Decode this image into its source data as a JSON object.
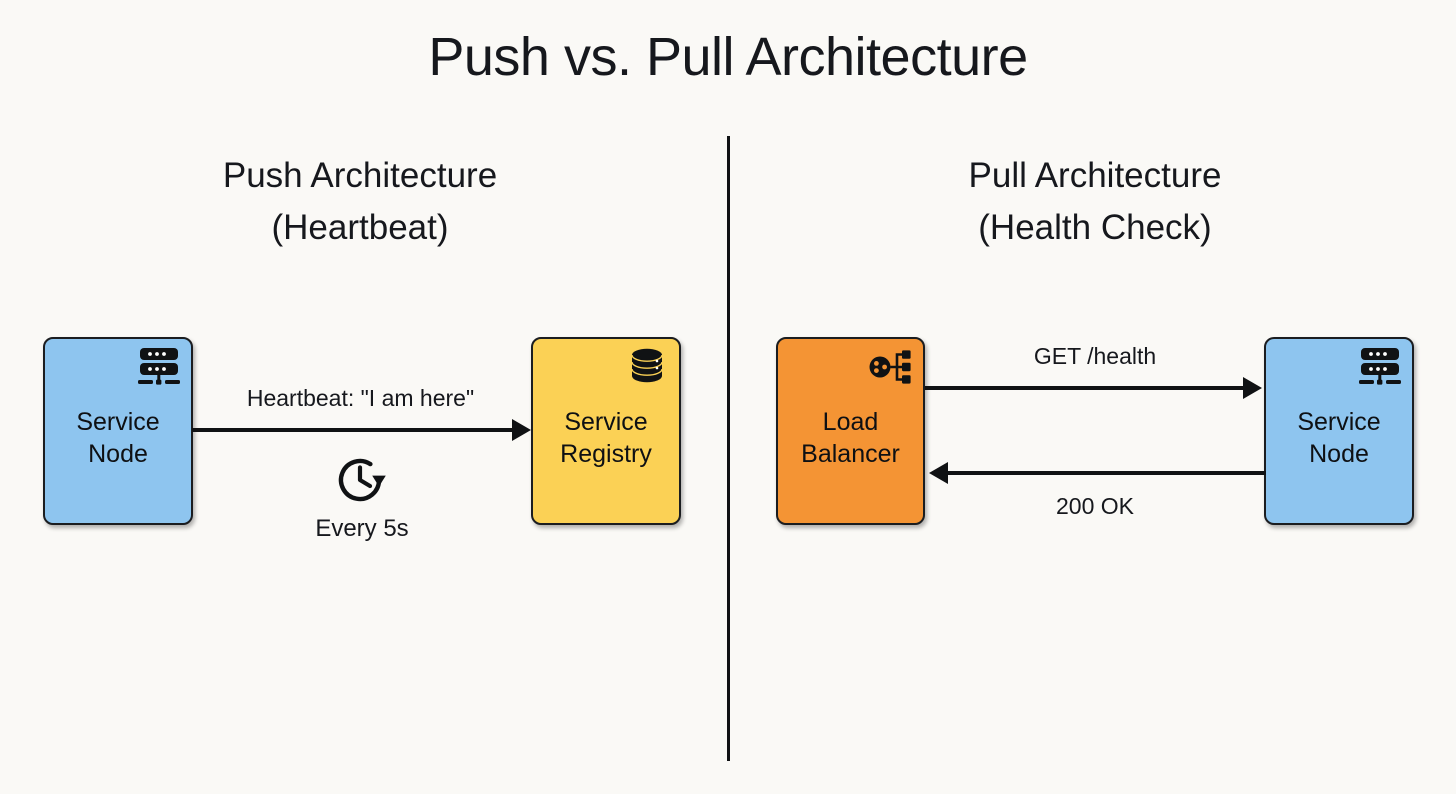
{
  "diagram": {
    "title": "Push vs. Pull Architecture",
    "background_color": "#faf9f6",
    "divider": "vertical-divider"
  },
  "panels": [
    {
      "id": "push",
      "title": "Push Architecture\n(Heartbeat)",
      "nodes": [
        {
          "id": "service-node-left",
          "label": "Service\nNode",
          "color": "#8ec5ef",
          "icon": "server-icon"
        },
        {
          "id": "service-registry",
          "label": "Service\nRegistry",
          "color": "#fbd155",
          "icon": "database-icon"
        }
      ],
      "edges": [
        {
          "id": "heartbeat",
          "label": "Heartbeat: \"I am here\"",
          "direction": "right",
          "from": "service-node-left",
          "to": "service-registry"
        }
      ],
      "annotation": {
        "icon": "clock-refresh-icon",
        "label": "Every 5s"
      }
    },
    {
      "id": "pull",
      "title": "Pull Architecture\n(Health Check)",
      "nodes": [
        {
          "id": "load-balancer",
          "label": "Load\nBalancer",
          "color": "#f49434",
          "icon": "load-balancer-icon"
        },
        {
          "id": "service-node-right",
          "label": "Service\nNode",
          "color": "#8ec5ef",
          "icon": "server-icon"
        }
      ],
      "edges": [
        {
          "id": "get-health",
          "label": "GET /health",
          "direction": "right",
          "from": "load-balancer",
          "to": "service-node-right"
        },
        {
          "id": "200-ok",
          "label": "200 OK",
          "direction": "left",
          "from": "service-node-right",
          "to": "load-balancer"
        }
      ]
    }
  ]
}
